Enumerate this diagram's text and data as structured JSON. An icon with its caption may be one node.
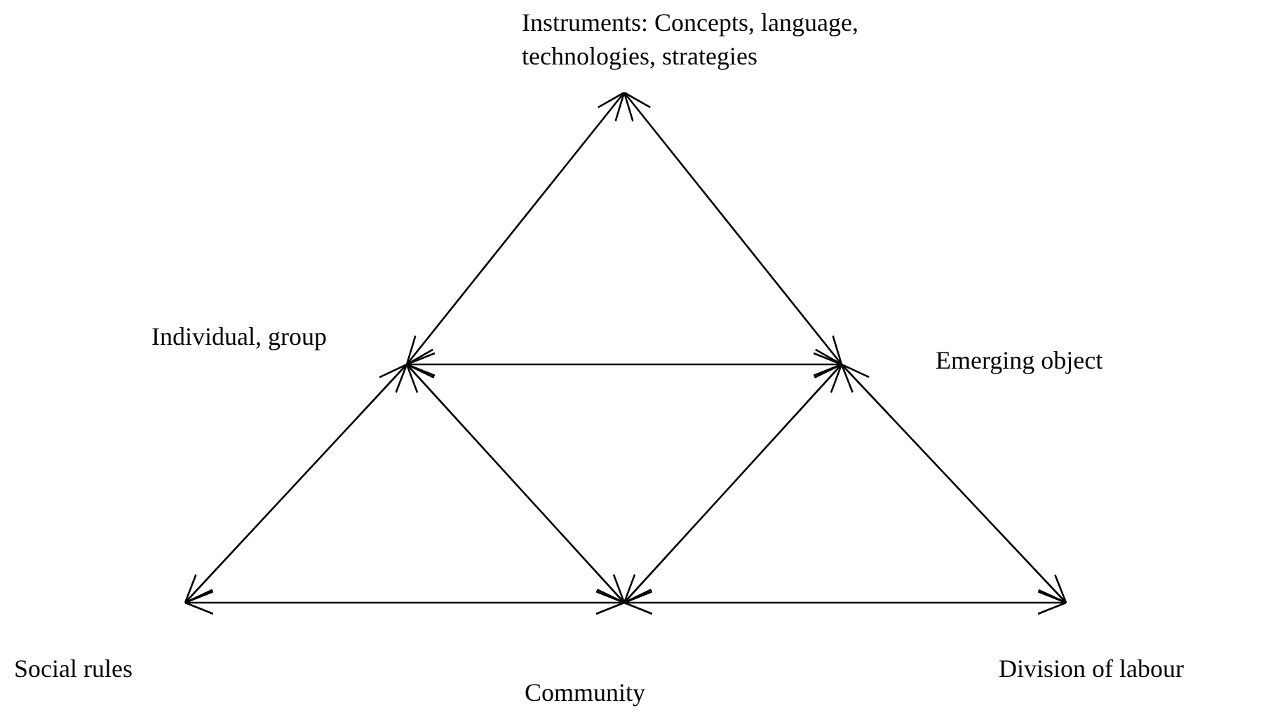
{
  "diagram": {
    "nodes": [
      {
        "text": [
          "Instruments: Concepts, language, technologies, strategies"
        ]
      },
      {
        "text": [
          "Individual, group"
        ]
      },
      {
        "text": [
          "Emerging object"
        ]
      },
      {
        "text": [
          "Social rules"
        ]
      },
      {
        "text": [
          "Community"
        ]
      },
      {
        "text": [
          "Division of labour"
        ]
      }
    ],
    "edges": [
      {
        "from": 0,
        "to": 1,
        "arrow": "both"
      },
      {
        "from": 0,
        "to": 2,
        "arrow": "both"
      },
      {
        "from": 1,
        "to": 2,
        "arrow": "both"
      },
      {
        "from": 1,
        "to": 3,
        "arrow": "both"
      },
      {
        "from": 1,
        "to": 4,
        "arrow": "both"
      },
      {
        "from": 2,
        "to": 4,
        "arrow": "both"
      },
      {
        "from": 2,
        "to": 5,
        "arrow": "both"
      },
      {
        "from": 3,
        "to": 4,
        "arrow": "both"
      },
      {
        "from": 4,
        "to": 5,
        "arrow": "both"
      }
    ]
  }
}
